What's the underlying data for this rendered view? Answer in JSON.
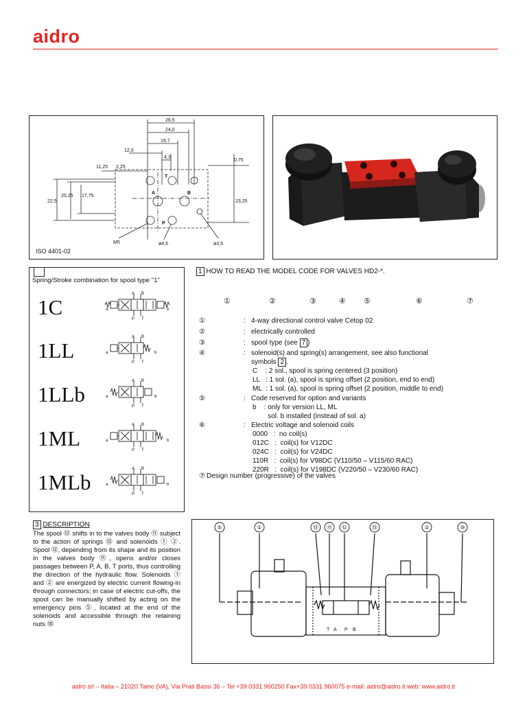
{
  "header": {
    "logo": "aidro"
  },
  "dimension_drawing": {
    "dims": [
      "26,5",
      "24,0",
      "19,7",
      "12,0",
      "4,3",
      "11,25",
      "2,25",
      "0,75",
      "22,5",
      "20,25",
      "17,75",
      "23,25"
    ],
    "ports": [
      "T",
      "A",
      "B",
      "P"
    ],
    "holes": [
      "M5",
      "ø4,5",
      "ø3,5"
    ],
    "caption": "ISO 4401-02"
  },
  "spool_panel": {
    "heading": "Spring/Stroke combination for spool type \"1\"",
    "items": [
      "1C",
      "1LL",
      "1LLb",
      "1ML",
      "1MLb"
    ],
    "symbol_ports": {
      "a": "a",
      "b": "b",
      "A": "A",
      "B": "B",
      "P": "P",
      "T": "T"
    }
  },
  "model_code": {
    "section_number": "1",
    "title": "HOW TO READ THE MODEL CODE FOR VALVES HD2-*.",
    "positions": [
      "①",
      "②",
      "③",
      "④",
      "⑤",
      "⑥",
      "⑦"
    ],
    "legend": [
      {
        "key": "①",
        "lines": [
          "4-way directional control valve Cetop 02"
        ]
      },
      {
        "key": "②",
        "lines": [
          "electrically controlled"
        ]
      },
      {
        "key": "③",
        "pre": "spool type (see ",
        "ref": "7",
        "post": ")"
      },
      {
        "key": "④",
        "lines": [
          "solenoid(s) and spring(s) arrangement, see also functional"
        ],
        "pre2": "symbols ",
        "ref2": "2",
        "post2": ".",
        "sub": [
          "C    : 2 sol., spool is spring centered (3 position)",
          "LL   : 1 sol. (a), spool is spring offset (2 position, end to end)",
          "ML  : 1 sol. (a), spool is spring offset (2 position, middle to end)"
        ]
      },
      {
        "key": "⑤",
        "lines": [
          "Code reserved for option and variants"
        ],
        "sub": [
          "b    : only for version LL, ML",
          "        sol. b installed (instead of sol. a)"
        ]
      },
      {
        "key": "⑥",
        "lines": [
          "Electric voltage and solenoid coils"
        ],
        "sub": [
          "0000   :  no coil(s)",
          "012C   :  coil(s) for V12DC",
          "024C   :  coil(s) for V24DC",
          "110R   :  coil(s) for V98DC (V110/50 – V115/60 RAC)",
          "220R   :  coil(s) for V198DC (V220/50 – V230/60 RAC)"
        ]
      },
      {
        "key": "⑦",
        "lines": [
          "Design number (progressive) of the valves"
        ]
      }
    ]
  },
  "description": {
    "section_number": "3",
    "title": "DESCRIPTION",
    "text": "The spool ⑫ shifts in to the valves body ⑪ subject to the action of springs ⑬ and solenoids ①  ②. Spool ⑫, depending from its shape and its position in the valves body ⑪, opens and/or closes passages between P, A, B, T ports, thus controlling the direction of the hydraulic flow. Solenoids ① and ② are energized by electric current flowing-in through connectors; in case of electric cut-offs, the spool can be manually shifted by acting on the emergency pins ⑤, located at the end of the solenoids and accessible through the retaining nuts ⑩"
  },
  "section_drawing": {
    "callouts": [
      "⑤",
      "①",
      "⑬",
      "⑪",
      "⑫",
      "⑬",
      "②",
      "⑩"
    ],
    "ports": [
      "T",
      "A",
      "P",
      "B"
    ]
  },
  "footer": {
    "text": "aidro srl – Italia – 21020 Taino (VA), Via Prati Bassi 36 – Tel +39 0331 960250   Fax+39 0331 960075   e-mail: aidro@aidro.it   web: www.aidro.it"
  },
  "colors": {
    "brand_red": "#e8231e",
    "valve_black": "#161616",
    "manifold_red": "#d6271f"
  }
}
